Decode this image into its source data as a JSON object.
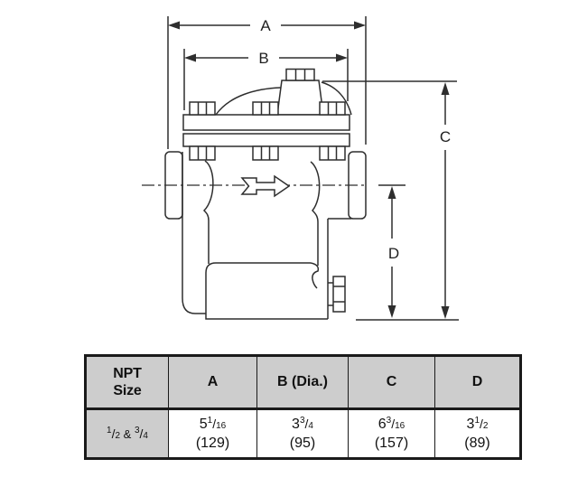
{
  "diagram": {
    "dim_labels": {
      "a": "A",
      "b": "B",
      "c": "C",
      "d": "D"
    },
    "flow_icon": "flow-direction-arrow"
  },
  "table": {
    "headers": [
      "NPT\nSize",
      "A",
      "B (Dia.)",
      "C",
      "D"
    ],
    "row": {
      "npt": {
        "n1": "1",
        "d1": "2",
        "sep": " & ",
        "n2": "3",
        "d2": "4"
      },
      "a": {
        "whole": "5",
        "num": "1",
        "den": "16",
        "metric": "(129)"
      },
      "b": {
        "whole": "3",
        "num": "3",
        "den": "4",
        "metric": "(95)"
      },
      "c": {
        "whole": "6",
        "num": "3",
        "den": "16",
        "metric": "(157)"
      },
      "d": {
        "whole": "3",
        "num": "1",
        "den": "2",
        "metric": "(89)"
      }
    }
  }
}
